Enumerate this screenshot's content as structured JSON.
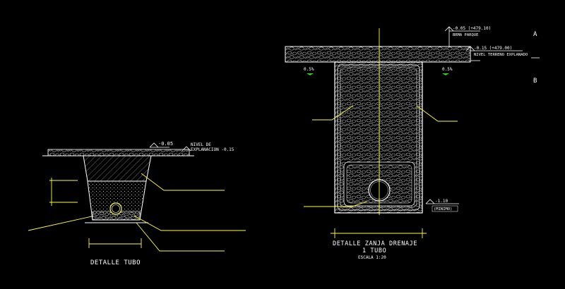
{
  "drawing": {
    "background": "#000000",
    "colors": {
      "line": "#ffffff",
      "leader": "#ffff33",
      "accent": "#33cc33",
      "gravel": "#cfcfcf"
    },
    "left_detail": {
      "title": "DETALLE TUBO",
      "level_tag": "-0.05",
      "explanation_line1": "NIVEL DE",
      "explanation_line2": "EXPLANACION -0.15"
    },
    "right_detail": {
      "title_line1": "DETALLE ZANJA DRENAJE",
      "title_line2": "1 TUBO",
      "scale": "ESCALA 1:20",
      "level_top": "-0.05 (+479.10)",
      "level_top_note": "BRMA PARQUE",
      "level_terrain": "-0.15 (+479.00)",
      "level_terrain_note": "NIVEL TERRENO EXPLANADO",
      "slope_left": "0.5%",
      "slope_right": "0.5%",
      "bottom_level": "-1.10",
      "bottom_note": "(MINIMO)"
    },
    "section_marks": {
      "a": "A",
      "b": "B"
    }
  }
}
